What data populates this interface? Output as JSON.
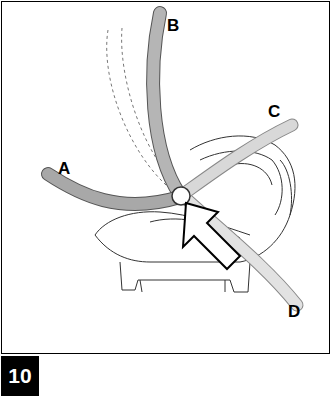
{
  "diagram": {
    "nodes": [
      {
        "text": [
          "10"
        ]
      }
    ],
    "labels": [
      "A",
      "B",
      "C",
      "D"
    ]
  }
}
